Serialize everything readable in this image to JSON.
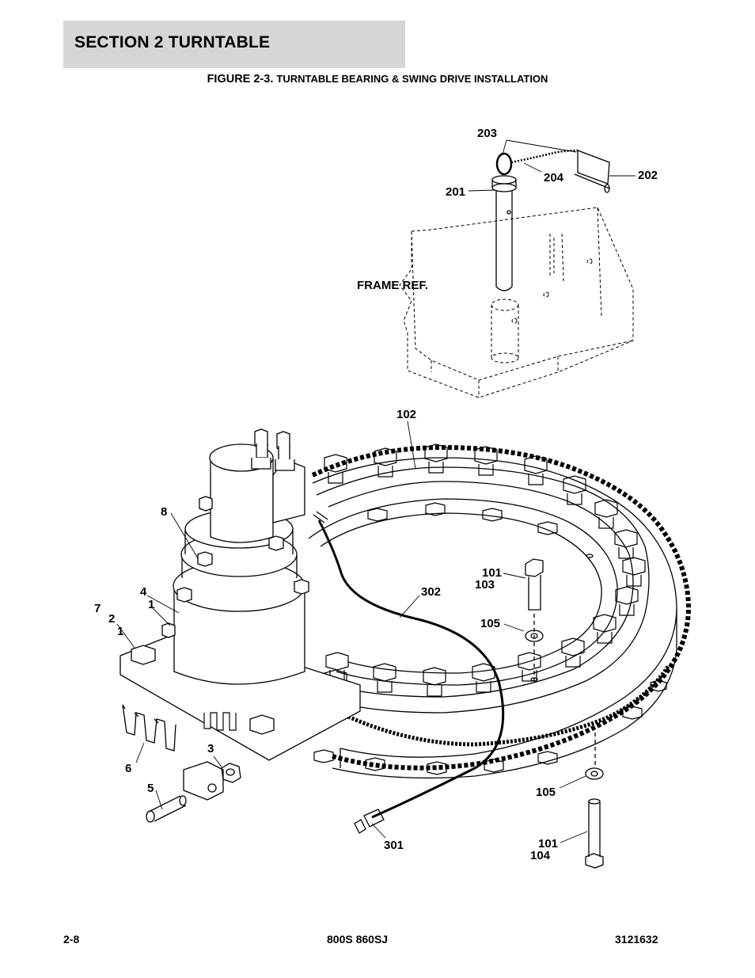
{
  "header": {
    "section": "SECTION 2   TURNTABLE",
    "figure_number": "FIGURE 2-3.",
    "figure_title": "TURNTABLE BEARING & SWING DRIVE INSTALLATION"
  },
  "callouts": {
    "c203": "203",
    "c202": "202",
    "c204": "204",
    "c201": "201",
    "frame_ref": "FRAME REF.",
    "c102": "102",
    "c8": "8",
    "c4": "4",
    "c7": "7",
    "c2": "2",
    "c1a": "1",
    "c1b": "1",
    "c101a": "101",
    "c103": "103",
    "c302": "302",
    "c105a": "105",
    "c3": "3",
    "c6": "6",
    "c5": "5",
    "c105b": "105",
    "c301": "301",
    "c101b": "101",
    "c104": "104"
  },
  "footer": {
    "page": "2-8",
    "model": "800S 860SJ",
    "doc_number": "3121632"
  }
}
